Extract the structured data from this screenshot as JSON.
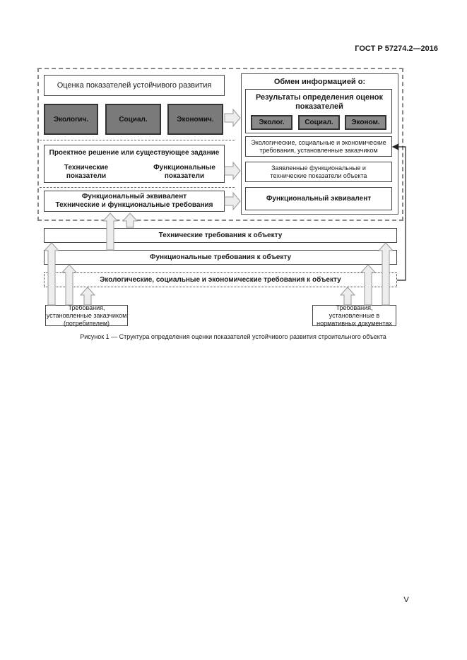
{
  "header": {
    "doc_id": "ГОСТ Р 57274.2—2016"
  },
  "left": {
    "assessment_title": "Оценка показателей устойчивого развития",
    "indicators": [
      "Экологич.",
      "Социал.",
      "Экономич."
    ],
    "design_title": "Проектное решение или существующее задание",
    "tech_indicators": "Технические показатели",
    "func_indicators": "Функциональные показатели",
    "equiv_line1": "Функциональный эквивалент",
    "equiv_line2": "Технические и функциональные требования"
  },
  "right": {
    "exchange_title": "Обмен информацией о:",
    "results_title": "Результаты определения оценок показателей",
    "results_indicators": [
      "Эколог.",
      "Социал.",
      "Эконом."
    ],
    "customer_reqs": "Экологические, социальные и экономические требования, установленные заказчиком",
    "declared": "Заявленные функциональные и технические показатели объекта",
    "equiv": "Функциональный эквивалент"
  },
  "bars": {
    "tech": "Технические требования к объекту",
    "func": "Функциональные требования к объекту",
    "eco": "Экологические, социальные и экономические требования к объекту"
  },
  "sources": {
    "customer": "Требования, установленные заказчиком (потребителем)",
    "normative": "Требования, установленные в нормативных документах"
  },
  "caption": "Рисунок 1 — Структура определения оценки показателей устойчивого развития строительного объекта",
  "page_number": "V"
}
